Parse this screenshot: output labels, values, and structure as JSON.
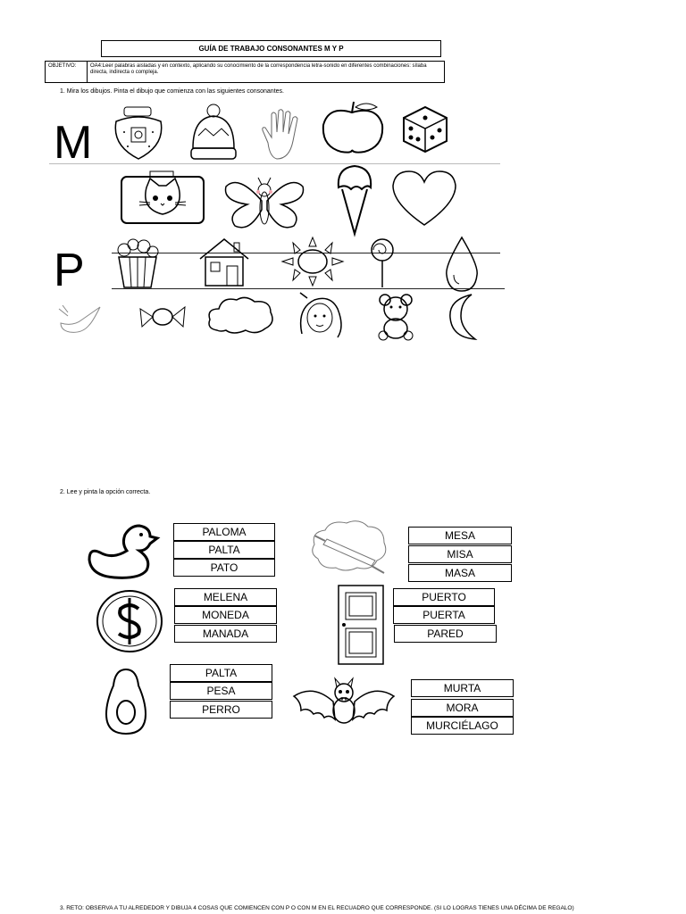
{
  "header": {
    "title": "GUÍA DE TRABAJO CONSONANTES M Y P",
    "objective_label": "OBJETIVO:",
    "objective_text_line1": "OA4:Leer palabras aisladas y en contexto, aplicando su conocimiento de la correspondencia letra-sonido en diferentes combinaciones: sílaba",
    "objective_text_line2": "directa, indirecta o compleja."
  },
  "section1": {
    "instruction": "1.    Mira los dibujos. Pinta el dibujo que comienza con las siguientes consonantes.",
    "letter_m": "M",
    "letter_p": "P"
  },
  "section2": {
    "instruction": "2.    Lee y pinta la opción correcta.",
    "groups": [
      {
        "picture": "duck-icon",
        "options": [
          "PALOMA",
          "PALTA",
          "PATO"
        ]
      },
      {
        "picture": "cloud-rolling-pin-icon",
        "options": [
          "MESA",
          "MISA",
          "MASA"
        ]
      },
      {
        "picture": "coin-icon",
        "options": [
          "MELENA",
          "MONEDA",
          "MANADA"
        ]
      },
      {
        "picture": "door-icon",
        "options": [
          "PUERTO",
          "PUERTA",
          "PARED"
        ]
      },
      {
        "picture": "avocado-icon",
        "options": [
          "PALTA",
          "PESA",
          "PERRO"
        ]
      },
      {
        "picture": "bat-icon",
        "options": [
          "MURTA",
          "MORA",
          "MURCIÉLAGO"
        ]
      }
    ]
  },
  "section3": {
    "instruction": "3.    RETO: OBSERVA A TU ALREDEDOR Y DIBUJA 4 COSAS QUE COMIENCEN CON P O CON M EN EL RECUADRO QUE CORRESPONDE. (SI LO LOGRAS TIENES UNA DÉCIMA DE REGALO)"
  }
}
